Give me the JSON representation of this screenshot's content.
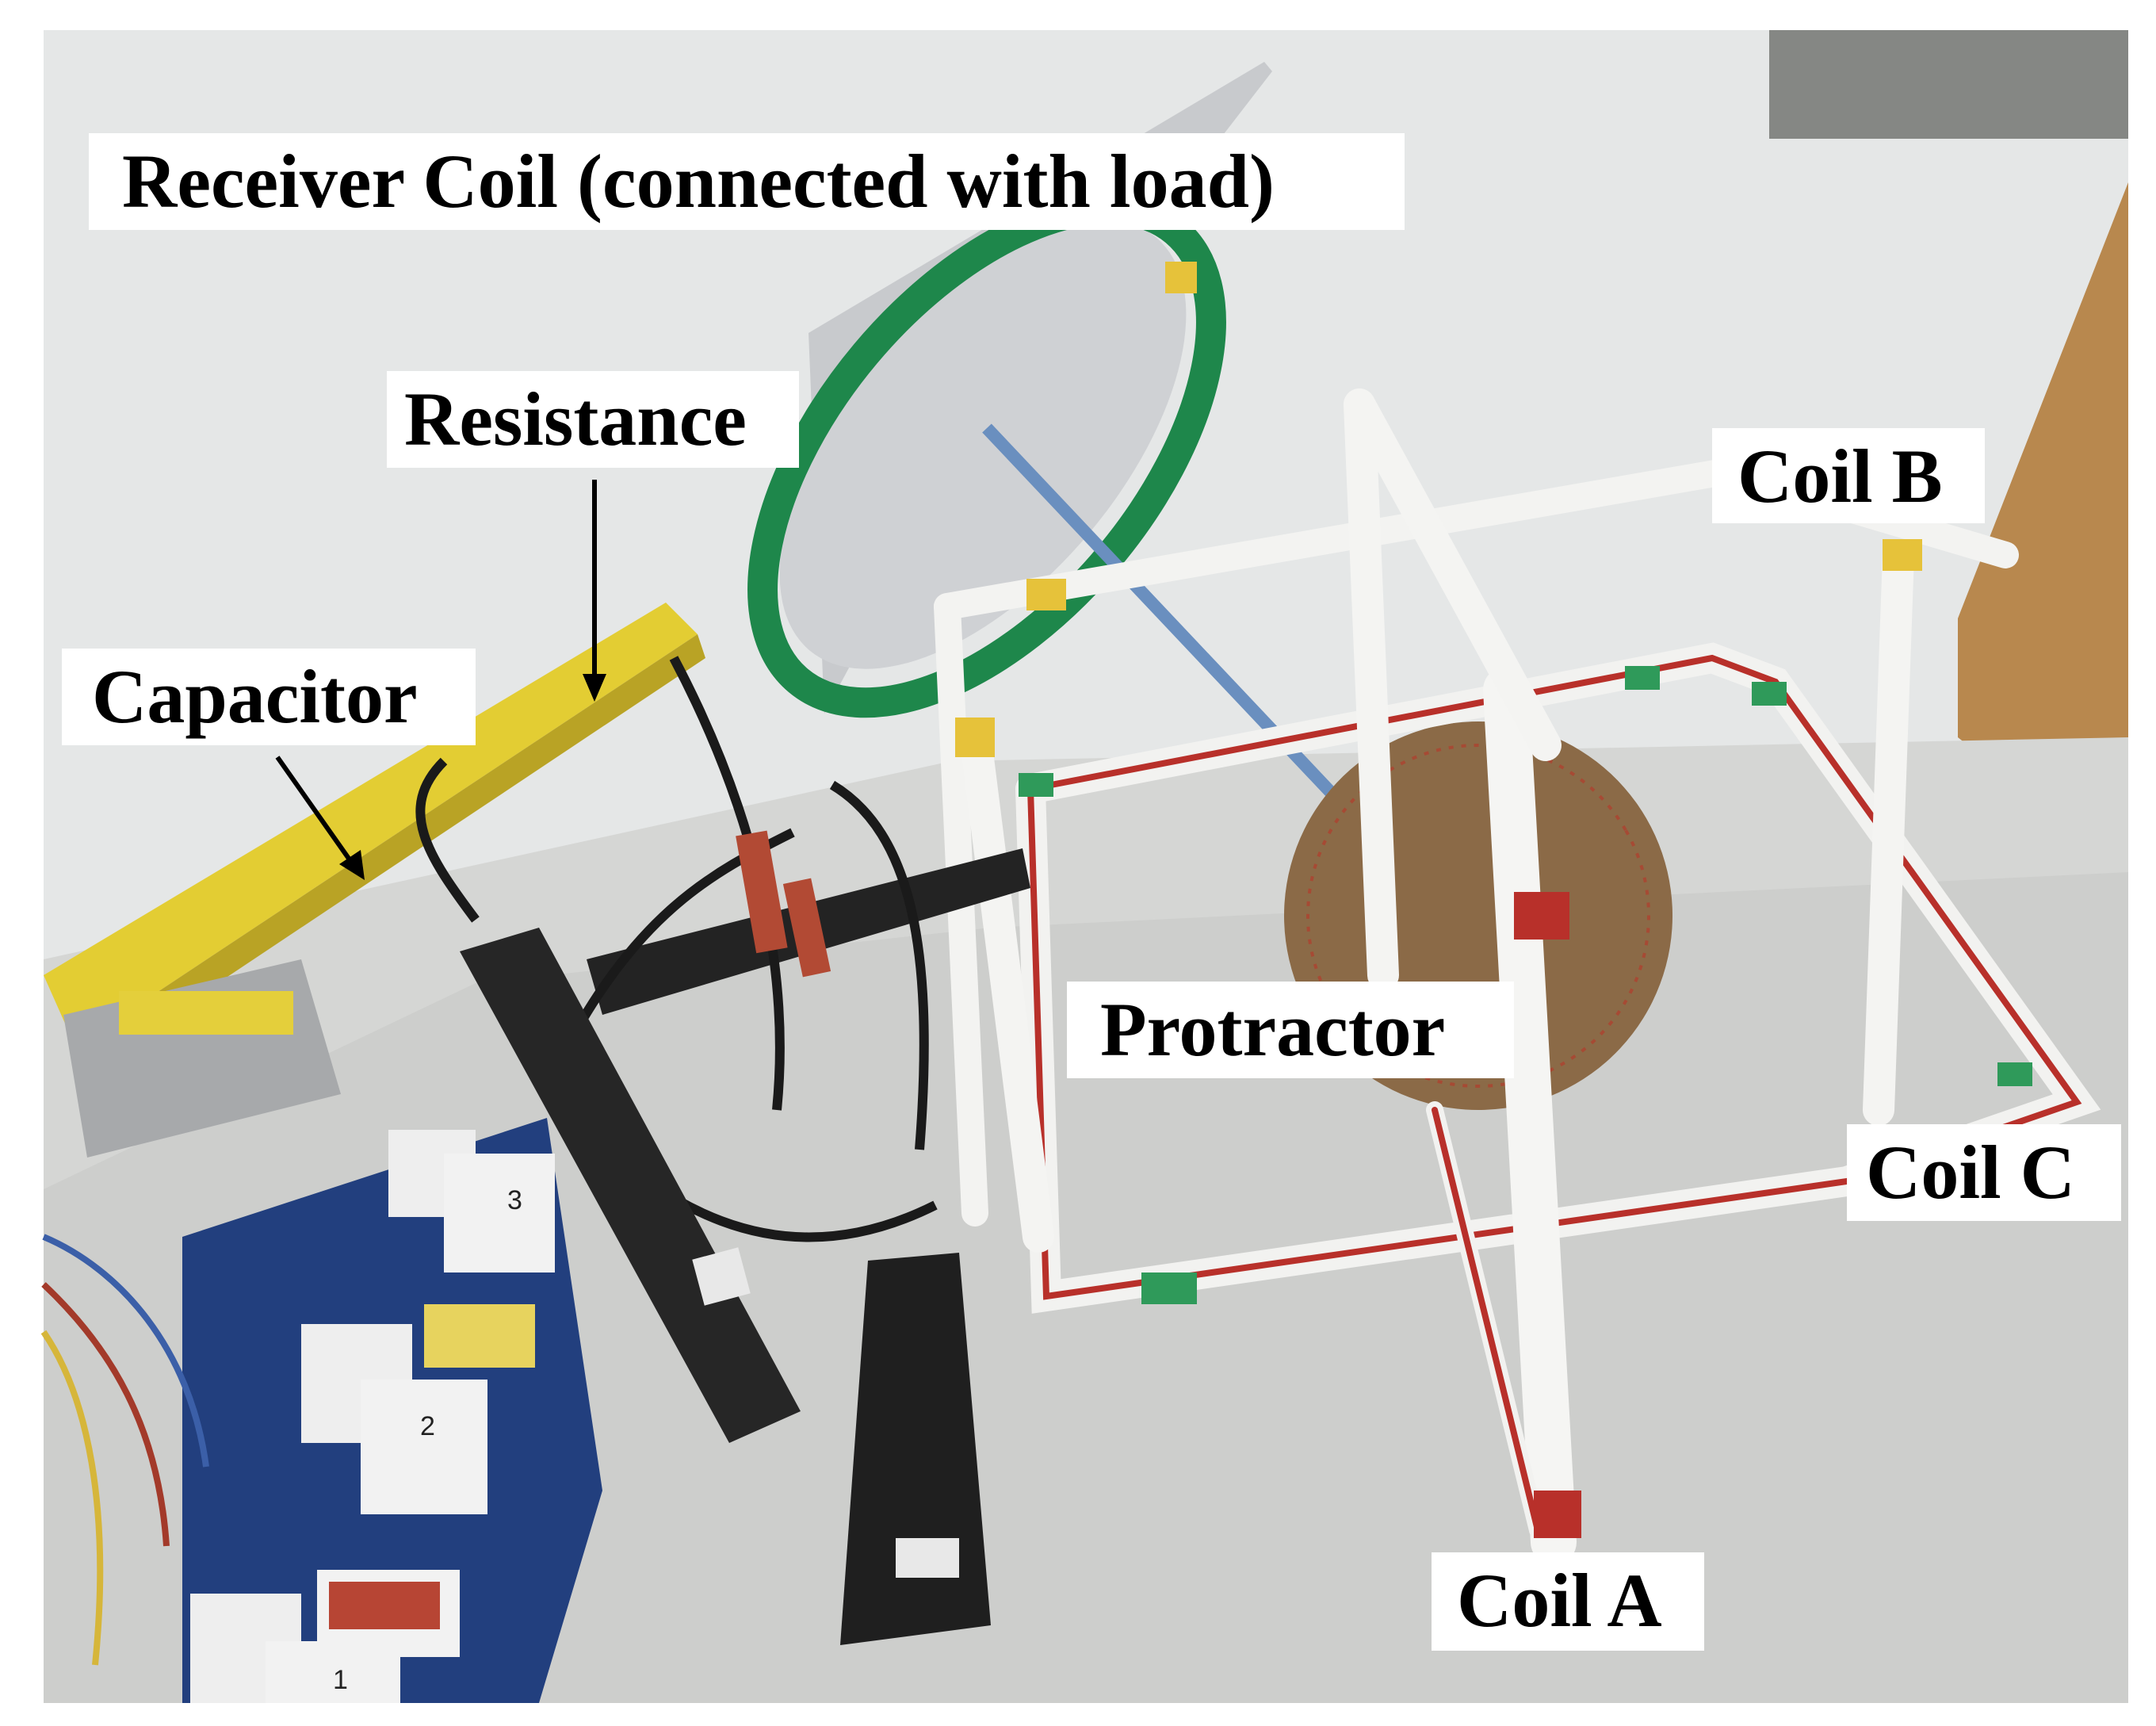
{
  "labels": {
    "receiver_coil": "Receiver Coil (connected with load)",
    "resistance": "Resistance",
    "capacitor": "Capacitor",
    "protractor": "Protractor",
    "coil_b": "Coil B",
    "coil_c": "Coil C",
    "coil_a": "Coil A"
  },
  "board_markings": [
    "3",
    "2",
    "1"
  ],
  "colors": {
    "background_wall": "#e4e6e6",
    "table_surface": "#d6d7d6",
    "frame_white": "#f4f4f2",
    "frame_red_stripe": "#b8302a",
    "tape_green": "#2f9a5a",
    "tape_yellow": "#e6c23a",
    "receiver_ring": "#1f8a4c",
    "receiver_plate": "#c7c9cc",
    "protractor_disk": "#8a6a48",
    "pcb_blue": "#1f3a78",
    "yellow_rail": "#e6cf35",
    "probe_black": "#1e1e1e",
    "cardboard": "#b58a52"
  }
}
